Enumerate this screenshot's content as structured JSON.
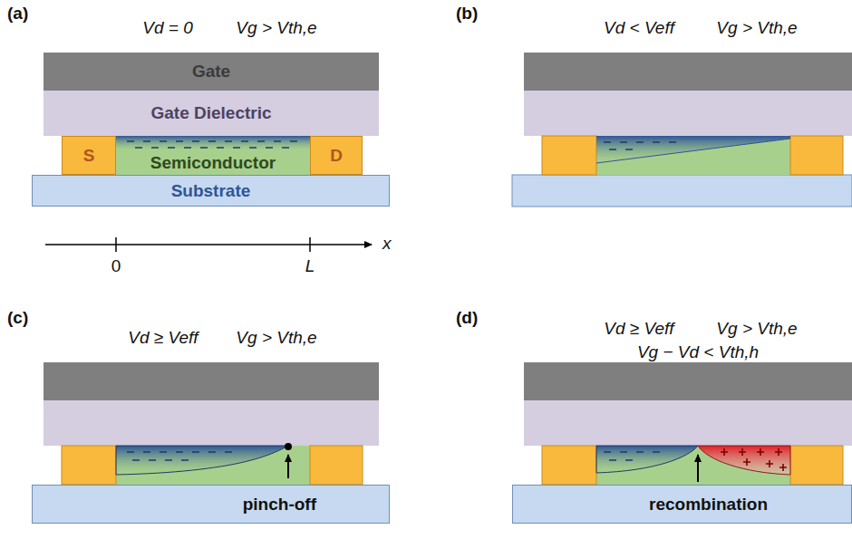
{
  "diagram": {
    "nodes": [
      {
        "text": [
          "Gate"
        ]
      },
      {
        "text": [
          "Gate Dielectric"
        ]
      },
      {
        "text": [
          "S"
        ]
      },
      {
        "text": [
          "Semiconductor"
        ]
      },
      {
        "text": [
          "D"
        ]
      },
      {
        "text": [
          "Substrate"
        ]
      },
      {
        "text": [
          "pinch-off"
        ]
      },
      {
        "text": [
          "recombination"
        ]
      }
    ],
    "labels": [
      "(a)",
      "Vd = 0",
      "Vg > Vth,e",
      "x",
      "0",
      "L",
      "(b)",
      "Vd < Veff",
      "Vg > Vth,e",
      "(c)",
      "Vd ≥ Veff",
      "Vg > Vth,e",
      "(d)",
      "Vd ≥ Veff",
      "Vg > Vth,e",
      "Vg − Vd < Vth,h"
    ]
  }
}
